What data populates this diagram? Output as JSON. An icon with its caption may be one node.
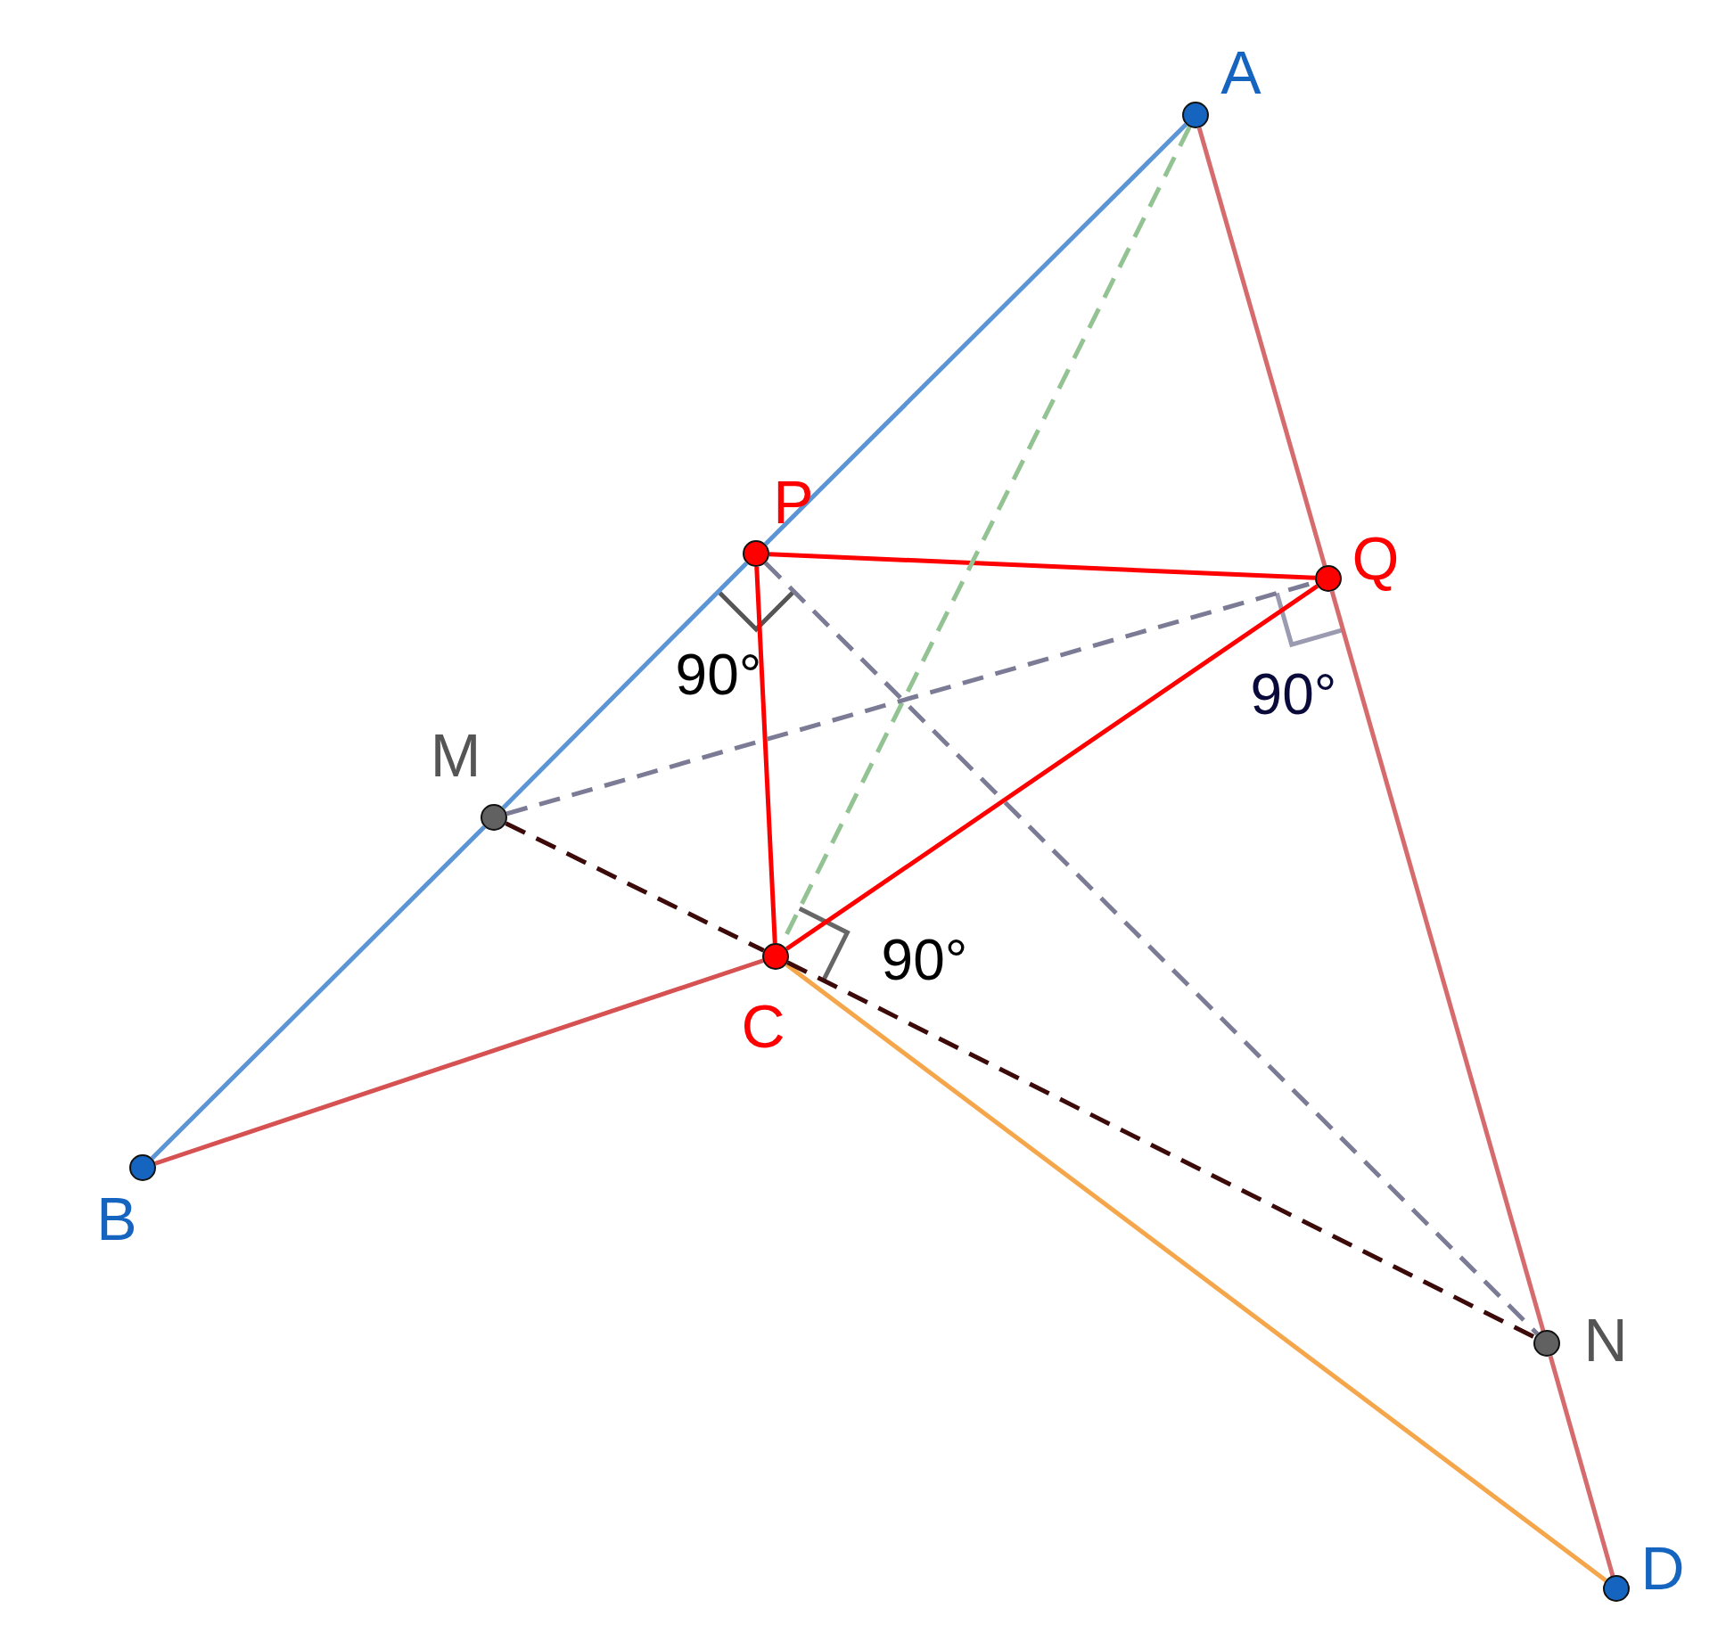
{
  "diagram": {
    "nodes": [
      {
        "text": [],
        "shape": "circle",
        "beside": [
          "A"
        ]
      },
      {
        "text": [],
        "shape": "circle",
        "beside": [
          "P"
        ]
      },
      {
        "text": [],
        "shape": "circle",
        "beside": [
          "Q"
        ]
      },
      {
        "text": [],
        "shape": "circle",
        "beside": [
          "M"
        ]
      },
      {
        "text": [],
        "shape": "circle",
        "beside": [
          "C"
        ]
      },
      {
        "text": [],
        "shape": "circle",
        "beside": [
          "B"
        ]
      },
      {
        "text": [],
        "shape": "circle",
        "beside": [
          "N"
        ]
      },
      {
        "text": [],
        "shape": "circle",
        "beside": [
          "D"
        ]
      }
    ],
    "edges": [
      {
        "from": 0,
        "to": 1,
        "arrow": "none",
        "color": "#5b95d5"
      },
      {
        "from": 1,
        "to": 3,
        "arrow": "none",
        "color": "#5b95d5"
      },
      {
        "from": 3,
        "to": 5,
        "arrow": "none",
        "color": "#5b95d5"
      },
      {
        "from": 0,
        "to": 2,
        "arrow": "none",
        "color": "#d66b6e"
      },
      {
        "from": 2,
        "to": 6,
        "arrow": "none",
        "color": "#d66b6e"
      },
      {
        "from": 6,
        "to": 7,
        "arrow": "none",
        "color": "#d66b6e"
      },
      {
        "from": 5,
        "to": 4,
        "arrow": "none",
        "color": "#d65252"
      },
      {
        "from": 4,
        "to": 7,
        "arrow": "none",
        "color": "#f5a64a"
      },
      {
        "from": 1,
        "to": 2,
        "arrow": "none",
        "color": "#ff0000"
      },
      {
        "from": 1,
        "to": 4,
        "arrow": "none",
        "color": "#ff0000"
      },
      {
        "from": 4,
        "to": 2,
        "arrow": "none",
        "color": "#ff0000"
      },
      {
        "from": 0,
        "to": 4,
        "arrow": "none",
        "style": "dashed",
        "color": "#93c393"
      },
      {
        "from": 3,
        "to": 2,
        "arrow": "none",
        "style": "dashed",
        "color": "#7b7b96"
      },
      {
        "from": 1,
        "to": 6,
        "arrow": "none",
        "style": "dashed",
        "color": "#7b7b96"
      },
      {
        "from": 3,
        "to": 4,
        "arrow": "none",
        "style": "dashed",
        "color": "#3d0a0a"
      },
      {
        "from": 4,
        "to": 6,
        "arrow": "none",
        "style": "dashed",
        "color": "#3d0a0a"
      }
    ],
    "labels": [
      "90°",
      "90°",
      "90°"
    ]
  }
}
